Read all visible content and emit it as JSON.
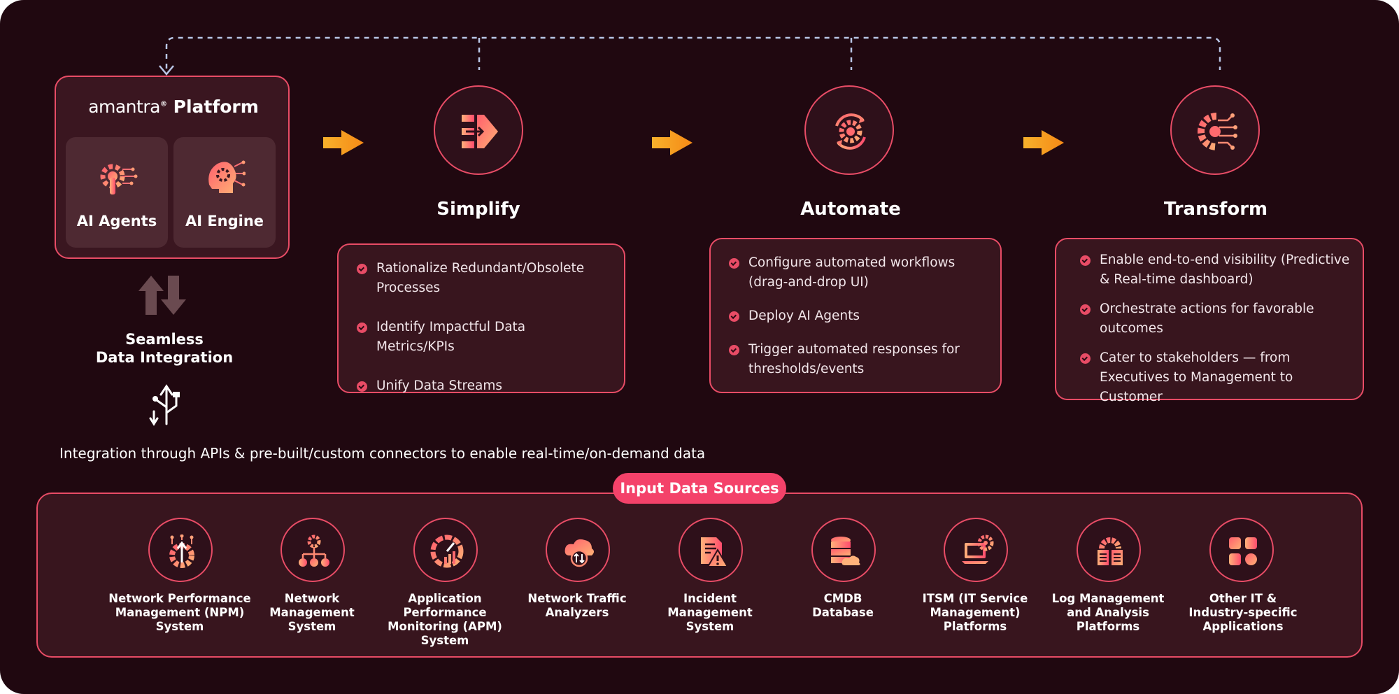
{
  "platform": {
    "logo_text": "amantra",
    "logo_mark": "®",
    "title": "Platform",
    "tiles": [
      {
        "label": "AI Agents",
        "icon": "ai-agents-icon"
      },
      {
        "label": "AI Engine",
        "icon": "ai-engine-icon"
      }
    ]
  },
  "integration": {
    "title_line1": "Seamless",
    "title_line2": "Data Integration",
    "caption": "Integration through APIs & pre-built/custom connectors to enable real-time/on-demand data"
  },
  "stages": [
    {
      "title": "Simplify",
      "icon": "simplify-merge-icon",
      "items": [
        "Rationalize Redundant/Obsolete Processes",
        "Identify Impactful Data Metrics/KPIs",
        "Unify Data Streams"
      ]
    },
    {
      "title": "Automate",
      "icon": "automate-gear-cycle-icon",
      "items": [
        "Configure automated workflows (drag-and-drop UI)",
        "Deploy AI Agents",
        "Trigger automated responses for thresholds/events"
      ]
    },
    {
      "title": "Transform",
      "icon": "transform-gear-circuit-icon",
      "items": [
        "Enable end-to-end visibility (Predictive & Real-time dashboard)",
        "Orchestrate actions for favorable outcomes",
        "Cater to stakeholders — from Executives to Management to Customer"
      ]
    }
  ],
  "sources": {
    "title": "Input Data Sources",
    "items": [
      {
        "line1": "Network Performance",
        "line2": "Management (NPM)",
        "line3": "System",
        "icon": "npm-gear-icon"
      },
      {
        "line1": "Network",
        "line2": "Management",
        "line3": "System",
        "icon": "network-management-icon"
      },
      {
        "line1": "Application Performance",
        "line2": "Monitoring (APM) System",
        "line3": "",
        "icon": "apm-gauge-icon"
      },
      {
        "line1": "Network Traffic",
        "line2": "Analyzers",
        "line3": "",
        "icon": "cloud-traffic-icon"
      },
      {
        "line1": "Incident",
        "line2": "Management",
        "line3": "System",
        "icon": "incident-warning-icon"
      },
      {
        "line1": "CMDB",
        "line2": "Database",
        "line3": "",
        "icon": "database-cloud-icon"
      },
      {
        "line1": "ITSM (IT Service",
        "line2": "Management)",
        "line3": "Platforms",
        "icon": "itsm-laptop-gear-icon"
      },
      {
        "line1": "Log Management",
        "line2": "and Analysis",
        "line3": "Platforms",
        "icon": "log-management-icon"
      },
      {
        "line1": "Other IT &",
        "line2": "Industry-specific",
        "line3": "Applications",
        "icon": "apps-grid-icon"
      }
    ]
  },
  "colors": {
    "background": "#200810",
    "accent": "#e84c66",
    "pill": "#f4426a",
    "arrow": "#f6a21c",
    "feedback_line": "#b9c6e6"
  }
}
